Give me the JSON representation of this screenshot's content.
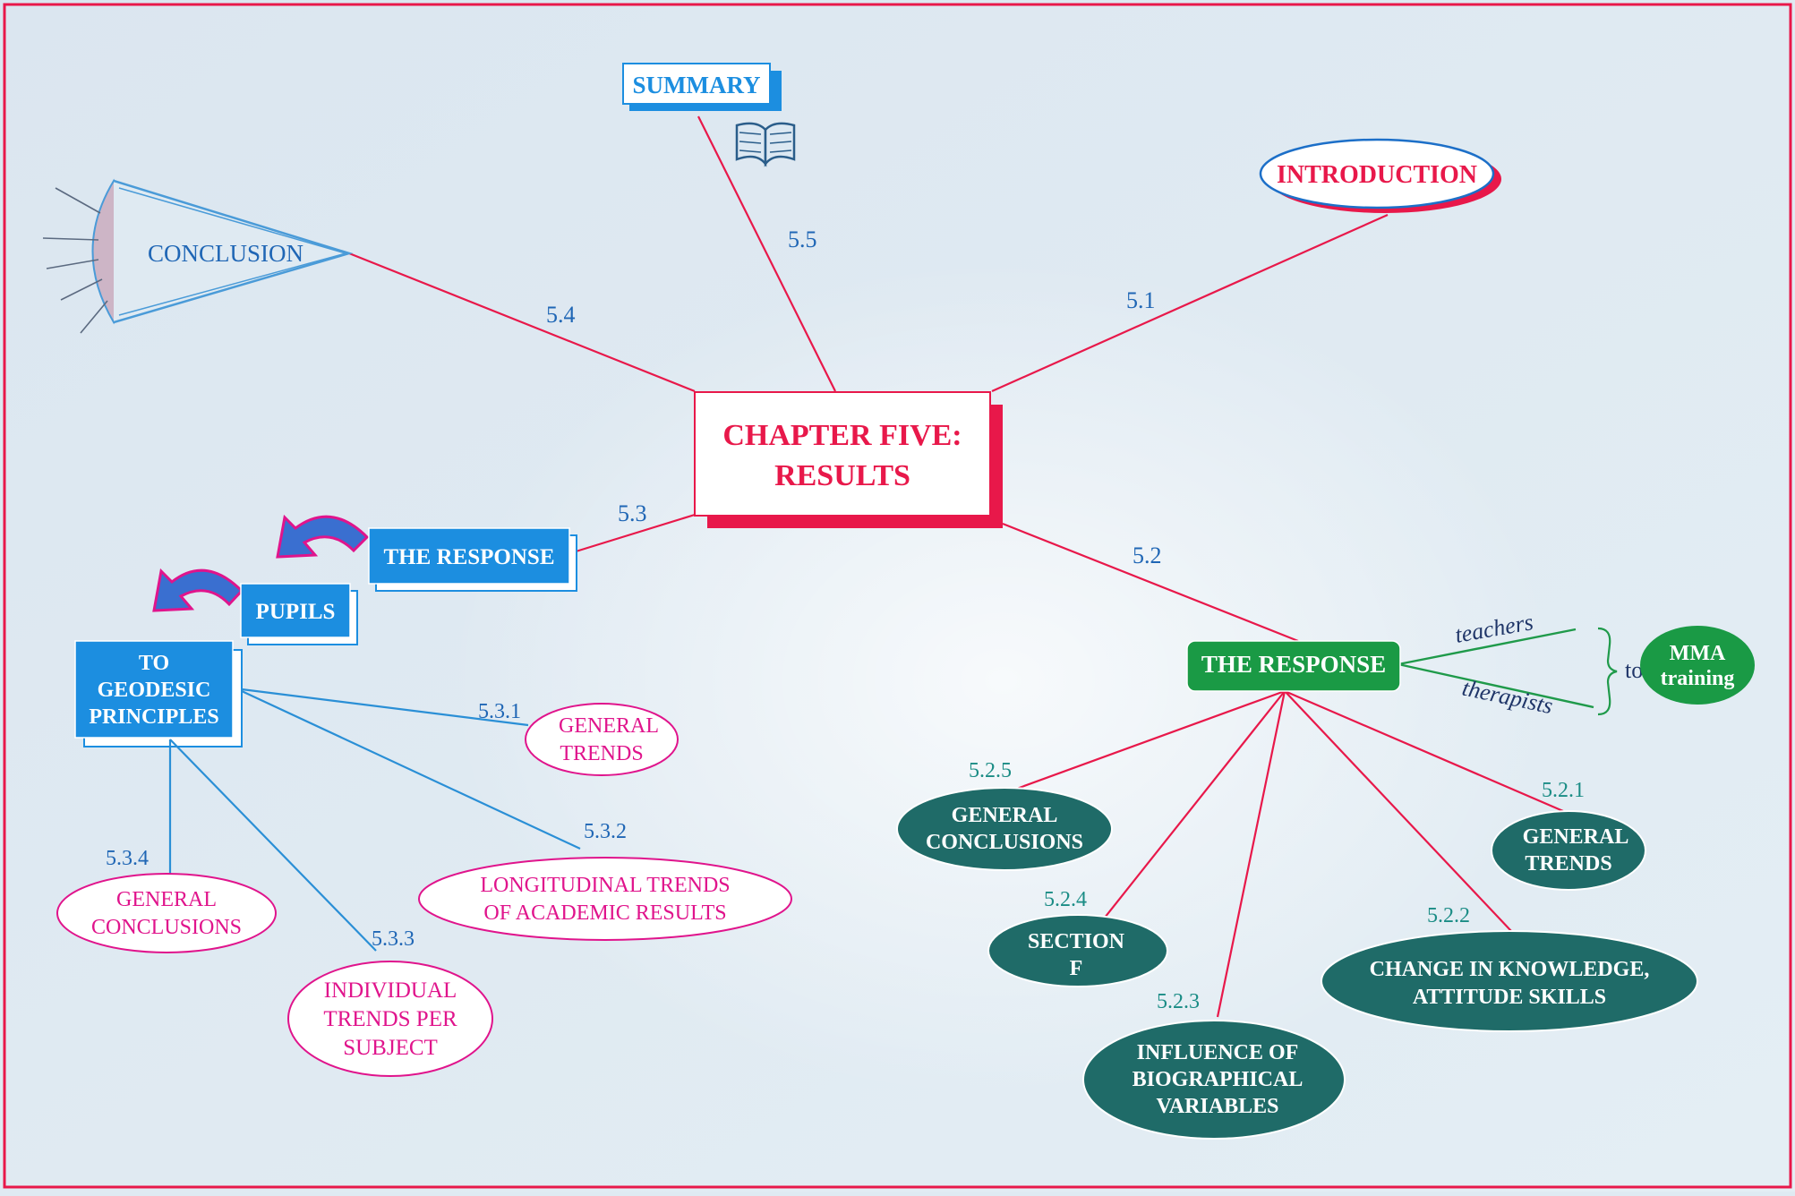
{
  "center": {
    "line1": "CHAPTER FIVE:",
    "line2": "RESULTS"
  },
  "summary": {
    "label": "SUMMARY",
    "edge": "5.5"
  },
  "introduction": {
    "label": "INTRODUCTION",
    "edge": "5.1"
  },
  "conclusion": {
    "label": "CONCLUSION",
    "edge": "5.4"
  },
  "response_left": {
    "edge": "5.3",
    "label": "THE RESPONSE",
    "pupils": "PUPILS",
    "geodesic": [
      "TO",
      "GEODESIC",
      "PRINCIPLES"
    ],
    "children": [
      {
        "num": "5.3.1",
        "lines": [
          "GENERAL",
          "TRENDS"
        ]
      },
      {
        "num": "5.3.2",
        "lines": [
          "LONGITUDINAL TRENDS",
          "OF ACADEMIC RESULTS"
        ]
      },
      {
        "num": "5.3.3",
        "lines": [
          "INDIVIDUAL",
          "TRENDS PER",
          "SUBJECT"
        ]
      },
      {
        "num": "5.3.4",
        "lines": [
          "GENERAL",
          "CONCLUSIONS"
        ]
      }
    ]
  },
  "response_right": {
    "edge": "5.2",
    "label": "THE RESPONSE",
    "teachers": "teachers",
    "therapists": "therapists",
    "to": "to",
    "mma": [
      "MMA",
      "training"
    ],
    "children": [
      {
        "num": "5.2.1",
        "lines": [
          "GENERAL",
          "TRENDS"
        ]
      },
      {
        "num": "5.2.2",
        "lines": [
          "CHANGE IN KNOWLEDGE,",
          "ATTITUDE SKILLS"
        ]
      },
      {
        "num": "5.2.3",
        "lines": [
          "INFLUENCE OF",
          "BIOGRAPHICAL",
          "VARIABLES"
        ]
      },
      {
        "num": "5.2.4",
        "lines": [
          "SECTION",
          "F"
        ]
      },
      {
        "num": "5.2.5",
        "lines": [
          "GENERAL",
          "CONCLUSIONS"
        ]
      }
    ]
  },
  "colors": {
    "background": "#dfeaf2",
    "frame": "#e8184a",
    "red_line": "#e8184a",
    "blue_line": "#2a8fd6",
    "green_line": "#1f9a4a",
    "blue_box": "#1c8ee0",
    "teal_ellipse": "#1f6b68",
    "green_node": "#1a9a45",
    "magenta": "#e0148c",
    "number_blue": "#1f66b5",
    "number_teal": "#1a8c85"
  }
}
